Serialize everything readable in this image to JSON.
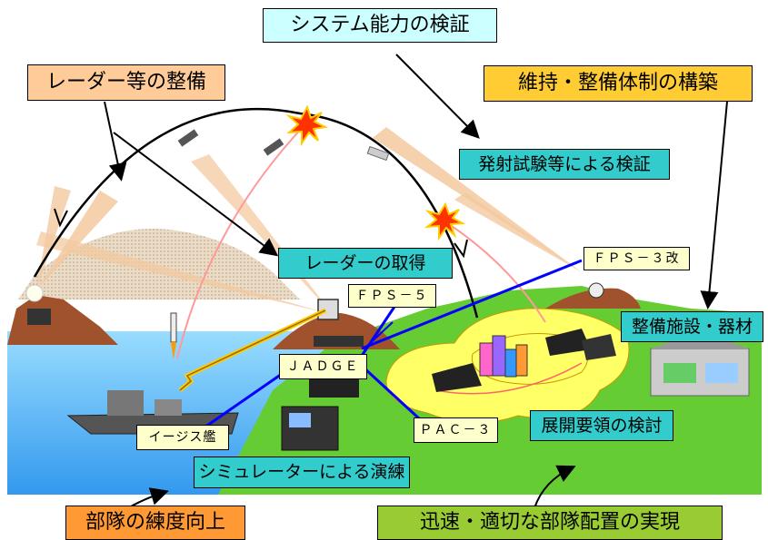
{
  "labels": {
    "system_verification": "システム能力の検証",
    "radar_maintenance": "レーダー等の整備",
    "sustainment": "維持・整備体制の構築",
    "launch_test": "発射試験等による検証",
    "radar_acquisition": "レーダーの取得",
    "fps5": "ＦＰＳ－５",
    "fps3": "ＦＰＳ－３改",
    "facilities": "整備施設・器材",
    "jadge": "ＪＡＤＧＥ",
    "aegis": "イージス艦",
    "pac3": "ＰＡＣ－３",
    "deployment": "展開要領の検討",
    "simulator": "シミュレーターによる演練",
    "unit_training": "部隊の練度向上",
    "rapid_deploy": "迅速・適切な部隊配置の実現"
  },
  "colors": {
    "cyan_box": "#33cccc",
    "light_cyan_box": "#ccffff",
    "orange_box": "#ff9933",
    "peach_box": "#ffcc99",
    "gold_box": "#ffcc33",
    "yellow_box": "#ffffcc",
    "green_box": "#99cc33",
    "sea": "#66ccff",
    "land": "#66cc33",
    "zone": "#ffff66",
    "link_line": "#0000ff"
  }
}
